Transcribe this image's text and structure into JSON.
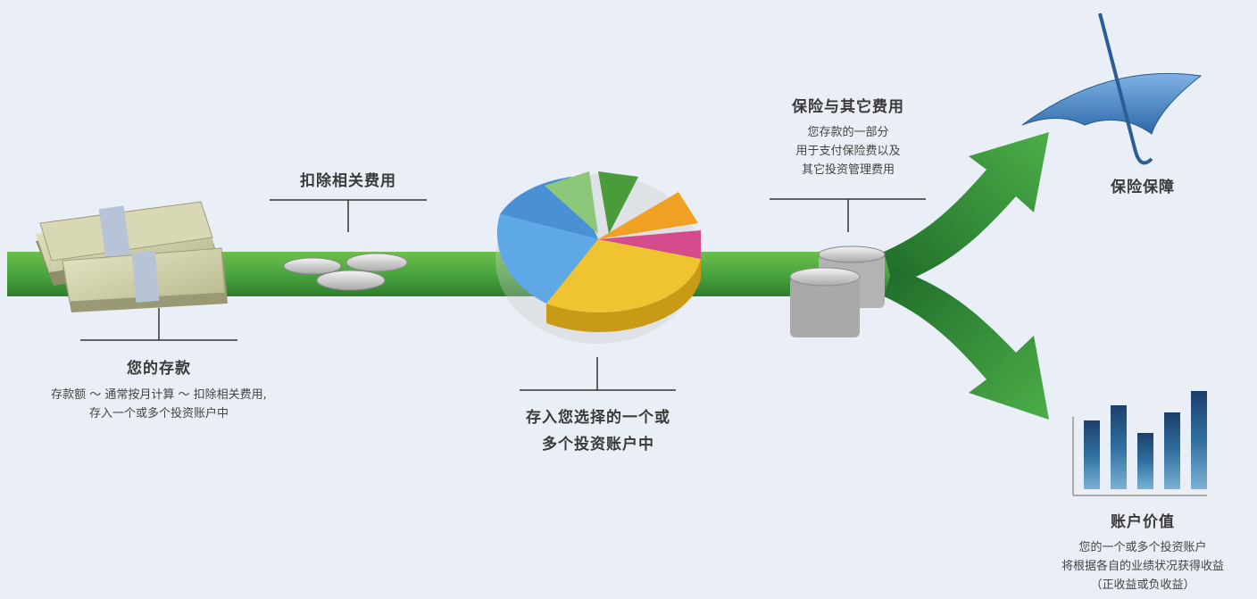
{
  "deposit": {
    "title": "您的存款",
    "desc_line1": "存款额 ～ 通常按月计算 ～ 扣除相关费用,",
    "desc_line2": "存入一个或多个投资账户中"
  },
  "deduct": {
    "title": "扣除相关费用"
  },
  "invest": {
    "title_line1": "存入您选择的一个或",
    "title_line2": "多个投资账户中"
  },
  "insurance_fees": {
    "title": "保险与其它费用",
    "desc_line1": "您存款的一部分",
    "desc_line2": "用于支付保险费以及",
    "desc_line3": "其它投资管理费用"
  },
  "protection": {
    "title": "保险保障"
  },
  "account_value": {
    "title": "账户价值",
    "desc_line1": "您的一个或多个投资账户",
    "desc_line2": "将根据各自的业绩状况获得收益",
    "desc_line3": "（正收益或负收益）"
  },
  "colors": {
    "flow_green": "#4aa540",
    "arrow_green": "#2e7d32",
    "background": "#eaeef6"
  }
}
